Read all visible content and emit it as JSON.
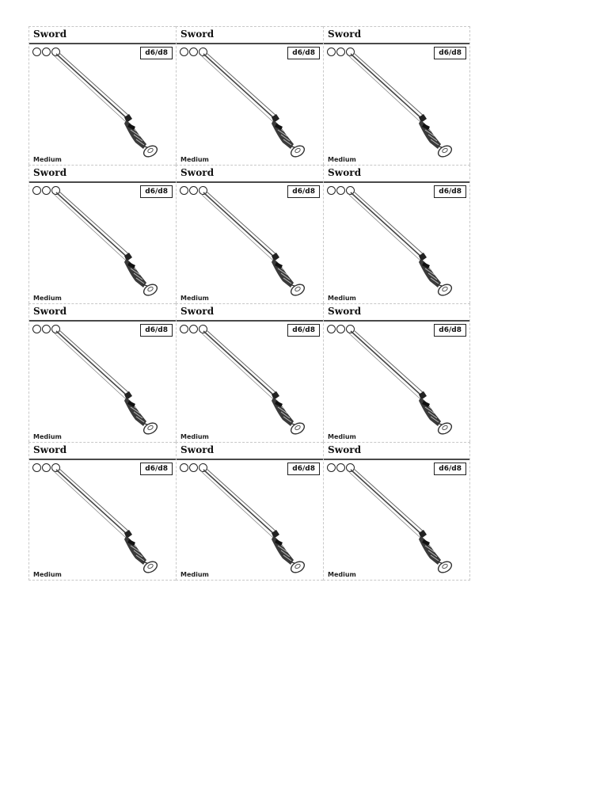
{
  "cards": [
    {
      "title": "Sword",
      "dice": "d6/d8",
      "size": "Medium",
      "illustration": "sword-image"
    },
    {
      "title": "Sword",
      "dice": "d6/d8",
      "size": "Medium",
      "illustration": "sword-image"
    },
    {
      "title": "Sword",
      "dice": "d6/d8",
      "size": "Medium",
      "illustration": "sword-image"
    },
    {
      "title": "Sword",
      "dice": "d6/d8",
      "size": "Medium",
      "illustration": "sword-image"
    },
    {
      "title": "Sword",
      "dice": "d6/d8",
      "size": "Medium",
      "illustration": "sword-image"
    },
    {
      "title": "Sword",
      "dice": "d6/d8",
      "size": "Medium",
      "illustration": "sword-image"
    },
    {
      "title": "Sword",
      "dice": "d6/d8",
      "size": "Medium",
      "illustration": "sword-image"
    },
    {
      "title": "Sword",
      "dice": "d6/d8",
      "size": "Medium",
      "illustration": "sword-image"
    },
    {
      "title": "Sword",
      "dice": "d6/d8",
      "size": "Medium",
      "illustration": "sword-image"
    },
    {
      "title": "Sword",
      "dice": "d6/d8",
      "size": "Medium",
      "illustration": "sword-image"
    },
    {
      "title": "Sword",
      "dice": "d6/d8",
      "size": "Medium",
      "illustration": "sword-image"
    },
    {
      "title": "Sword",
      "dice": "d6/d8",
      "size": "Medium",
      "illustration": "sword-image"
    }
  ],
  "usage_circles_per_card": 3
}
